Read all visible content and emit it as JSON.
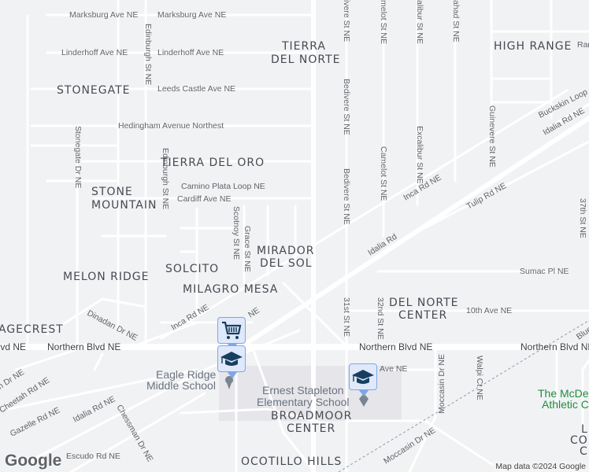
{
  "map": {
    "colors": {
      "background": "#f1f2f4",
      "road": "#ffffff",
      "marker_fill": "#dfe9fb",
      "marker_border": "#7fa6e6",
      "icon": "#17405f",
      "school_area": "#e6e6ea",
      "park_text": "#1e8e3e"
    },
    "streets": {
      "marksburg_1": "Marksburg Ave NE",
      "marksburg_2": "Marksburg Ave NE",
      "linderhoff_1": "Linderhoff Ave NE",
      "linderhoff_2": "Linderhoff Ave NE",
      "leeds": "Leeds Castle Ave NE",
      "hedingham": "Hedingham Avenue Northest",
      "camino": "Camino Plata Loop NE",
      "cardiff": "Cardiff Ave NE",
      "edinburgh_1": "Edinburgh St NE",
      "edinburgh_2": "Edinburgh St NE",
      "stonegate": "Stonegate Dr NE",
      "scotnoy": "Scotnoy St NE",
      "grace": "Grace St NE",
      "bedivere_1": "ivere St NE",
      "bedivere_2": "Bedivere St NE",
      "bedivere_3": "Bedivere St NE",
      "camelot_1": "melot St NE",
      "camelot_2": "Camelot St NE",
      "excalibur_1": "alibur St NE",
      "excalibur_2": "Excalibur St NE",
      "galahad": "ahad St NE",
      "guinevere": "Guinevere St NE",
      "ranch": "Ranch",
      "buckskin": "Buckskin Loop",
      "idalia_ne": "Idalia Rd NE",
      "idalia": "Idalia Rd",
      "inca_1": "Inca Rd NE",
      "inca_2": "Inca Rd NE",
      "inca_3": "NE",
      "tulip": "Tulip Rd NE",
      "st37": "37th St NE",
      "sumac": "Sumac Pl NE",
      "tenth": "10th Ave NE",
      "st31": "31st St NE",
      "st32": "32nd St NE",
      "dinadan": "Dinadan Dr NE",
      "northern_1": "Northern Blvd NE",
      "northern_2": "Northern Blvd NE",
      "northern_3": "Northern Blvd NE",
      "northern_4": "Northern Blvd NE",
      "ave_ne": "Ave NE",
      "moccasin_1": "Moccasin Dr NE",
      "moccasin_2": "Moccasin Dr NE",
      "walpi": "Walpi Ct NE",
      "blue": "Blue",
      "dr_ne": "n Dr NE",
      "cheetah": "Cheetah Rd NE",
      "gazelle": "Gazelle Rd NE",
      "idalia_sw": "Idalia Rd NE",
      "chessman": "Chessman Dr NE",
      "escudo": "Escudo Rd NE"
    },
    "neighborhoods": {
      "tierra_norte_1": "TIERRA",
      "tierra_norte_2": "DEL NORTE",
      "high_range": "HIGH RANGE",
      "stonegate": "STONEGATE",
      "tierra_oro": "TIERRA DEL ORO",
      "stone_1": "STONE",
      "stone_2": "MOUNTAIN",
      "mirador_1": "MIRADOR",
      "mirador_2": "DEL SOL",
      "solcito": "SOLCITO",
      "melon": "MELON RIDGE",
      "milagro": "MILAGRO MESA",
      "del_norte_1": "DEL NORTE",
      "del_norte_2": "CENTER",
      "sagecrest": "AGECREST",
      "broadmoor_1": "BROADMOOR",
      "broadmoor_2": "CENTER",
      "ocotillo": "OCOTILLO HILLS",
      "l_1": "L",
      "l_2": "CO",
      "l_3": "C"
    },
    "pois": {
      "eagle_1": "Eagle Ridge",
      "eagle_2": "Middle School",
      "ernest_1": "Ernest Stapleton",
      "ernest_2": "Elementary School",
      "park_1": "The McDe",
      "park_2": "Athletic C"
    },
    "markers": [
      {
        "type": "shopping",
        "icon": "shopping-cart-icon"
      },
      {
        "type": "school",
        "icon": "graduation-cap-icon"
      },
      {
        "type": "school",
        "icon": "graduation-cap-icon"
      }
    ],
    "attribution": "Map data ©2024 Google",
    "logo": "Google"
  }
}
